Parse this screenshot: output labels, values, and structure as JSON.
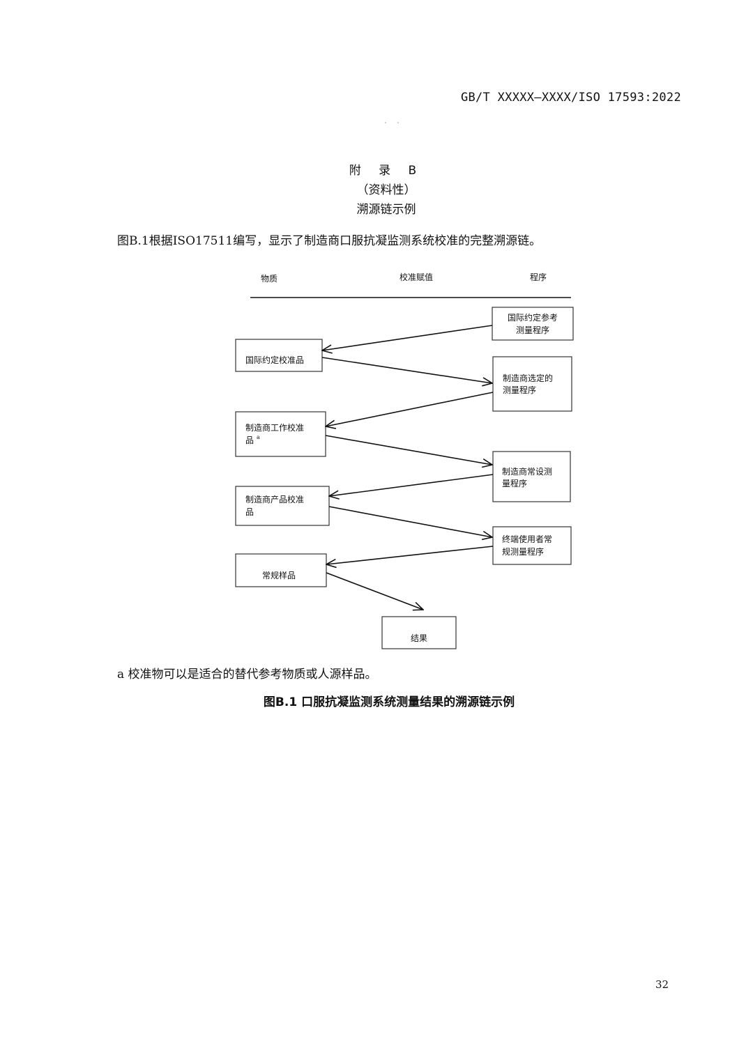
{
  "header": {
    "standard_id": "GB/T XXXXX—XXXX/ISO 17593:2022"
  },
  "annex": {
    "title": "附 录 B",
    "type": "（资料性）",
    "subtitle": "溯源链示例"
  },
  "intro_text": "图B.1根据ISO17511编写，显示了制造商口服抗凝监测系统校准的完整溯源链。",
  "diagram": {
    "columns": {
      "material": "物质",
      "value_assignment": "校准赋值",
      "procedure": "程序"
    },
    "materials": {
      "intl_calibrator": "国际约定校准品",
      "working_calibrator_l1": "制造商工作校准",
      "working_calibrator_l2": "品",
      "working_calibrator_sup": "a",
      "product_calibrator_l1": "制造商产品校准",
      "product_calibrator_l2": "品",
      "routine_sample": "常规样品"
    },
    "procedures": {
      "intl_reference_l1": "国际约定参考",
      "intl_reference_l2": "测量程序",
      "selected_l1": "制造商选定的",
      "selected_l2": "测量程序",
      "standing_l1": "制造商常设测",
      "standing_l2": "量程序",
      "end_user_l1": "终端使用者常",
      "end_user_l2": "规测量程序"
    },
    "result": "结果"
  },
  "footnote": "a 校准物可以是适合的替代参考物质或人源样品。",
  "figure_caption": "图B.1 口服抗凝监测系统测量结果的溯源链示例",
  "page_number": "32"
}
